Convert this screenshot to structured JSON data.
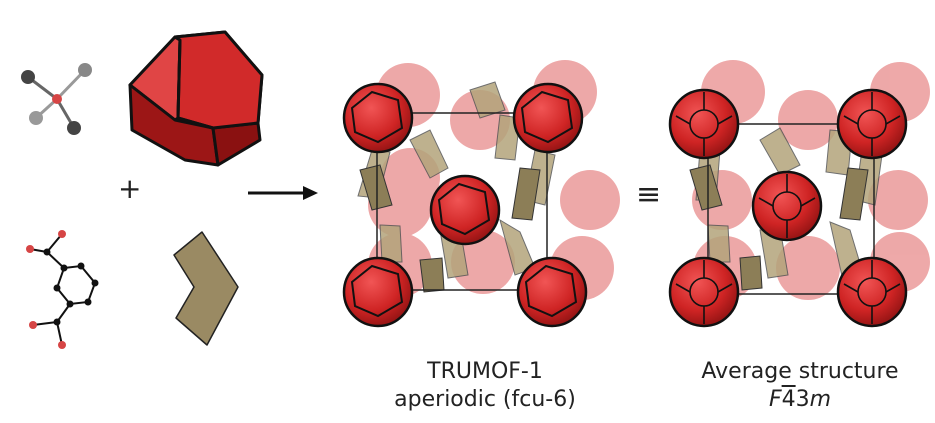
{
  "plus_symbol": "+",
  "equiv_symbol": "≡",
  "panel_left": {
    "line1": "TRUMOF-1",
    "line2": "aperiodic (fcu-6)"
  },
  "panel_right": {
    "line1": "Average structure",
    "symmetry_f": "F",
    "symmetry_bar": "4",
    "symmetry_rest": "3",
    "symmetry_m": "m"
  },
  "colors": {
    "cluster_red": "#d42a2a",
    "linker_tan": "#9a8a63",
    "node_dark": "#444444",
    "node_grey": "#888888",
    "oxygen_red": "#d64545"
  }
}
